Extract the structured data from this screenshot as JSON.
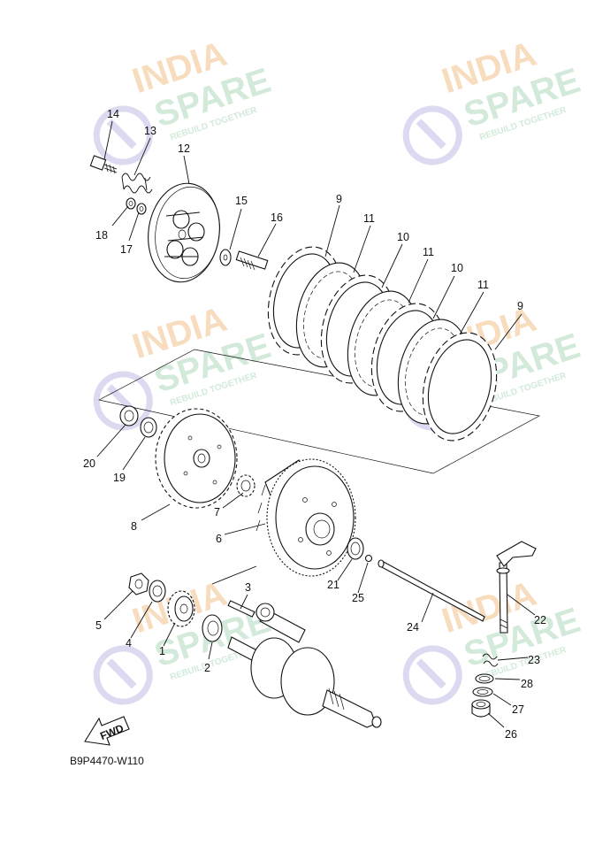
{
  "diagram_code": "B9P4470-W110",
  "fwd_label": "FWD",
  "watermark": {
    "line1": "INDIA",
    "line2": "SPARE",
    "tagline": "REBUILD TOGETHER",
    "colors": {
      "orange": "#f7d9b8",
      "green": "#cfe8d6",
      "purple": "#d9d6ef"
    }
  },
  "callouts": {
    "c1": "1",
    "c2": "2",
    "c3": "3",
    "c4": "4",
    "c5": "5",
    "c6": "6",
    "c7": "7",
    "c8": "8",
    "c9a": "9",
    "c9b": "9",
    "c10a": "10",
    "c10b": "10",
    "c11a": "11",
    "c11b": "11",
    "c11c": "11",
    "c12": "12",
    "c13": "13",
    "c14": "14",
    "c15": "15",
    "c16": "16",
    "c17": "17",
    "c18": "18",
    "c19": "19",
    "c20": "20",
    "c21": "21",
    "c22": "22",
    "c23": "23",
    "c24": "24",
    "c25": "25",
    "c26": "26",
    "c27": "27",
    "c28": "28"
  }
}
